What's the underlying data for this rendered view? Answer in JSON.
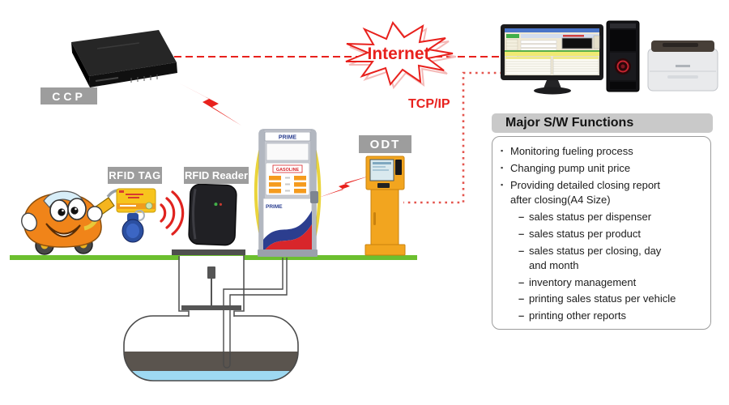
{
  "diagram": {
    "labels": {
      "ccp": "CCP",
      "rfid_tag": "RFID TAG",
      "rfid_reader": "RFID Reader",
      "odt": "ODT",
      "internet": "Internet",
      "tcp_ip": "TCP/IP"
    },
    "dispenser": {
      "brand_top": "PRIME",
      "fuel_type": "GASOLINE",
      "brand_body": "PRIME"
    },
    "panel": {
      "title": "Major S/W Functions",
      "items": [
        {
          "bullet": "▪",
          "text": "Monitoring fueling process"
        },
        {
          "bullet": "▪",
          "text": "Changing pump unit price"
        },
        {
          "bullet": "▪",
          "text": "Providing detailed closing report\nafter closing(A4 Size)"
        },
        {
          "bullet": "–",
          "text": "sales status per dispenser"
        },
        {
          "bullet": "–",
          "text": "sales status per product"
        },
        {
          "bullet": "–",
          "text": "sales status per closing, day\nand month"
        },
        {
          "bullet": "–",
          "text": "inventory management"
        },
        {
          "bullet": "–",
          "text": "printing sales status per vehicle"
        },
        {
          "bullet": "–",
          "text": "printing other reports"
        }
      ]
    },
    "colors": {
      "accent_red": "#e8211d",
      "ground_green": "#6cbf2f",
      "label_gray": "#9d9d9d",
      "odt_orange": "#f2a51f",
      "panel_header_gray": "#c9c9c9"
    }
  }
}
